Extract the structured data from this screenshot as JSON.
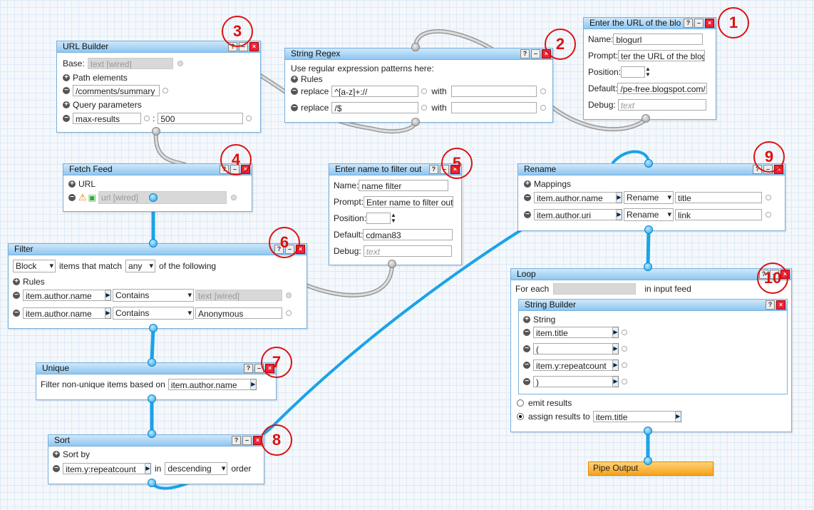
{
  "modules": {
    "url_builder": {
      "title": "URL Builder",
      "base_label": "Base:",
      "base_value": "text [wired]",
      "path_label": "Path elements",
      "path_value": "/comments/summary",
      "query_label": "Query parameters",
      "query_key": "max-results",
      "query_sep": ":",
      "query_val": "500"
    },
    "string_regex": {
      "title": "String Regex",
      "desc": "Use regular expression patterns here:",
      "rules_label": "Rules",
      "r1_verb": "replace",
      "r1_pattern": "^[a-z]+://",
      "r1_with": "with",
      "r2_verb": "replace",
      "r2_pattern": "/$",
      "r2_with": "with"
    },
    "url_input": {
      "title": "Enter the URL of the blo",
      "name_label": "Name:",
      "name_value": "blogurl",
      "prompt_label": "Prompt:",
      "prompt_value": "ter the URL of the blog",
      "position_label": "Position:",
      "default_label": "Default:",
      "default_value": "/pe-free.blogspot.com/",
      "debug_label": "Debug:",
      "debug_placeholder": "text"
    },
    "fetch_feed": {
      "title": "Fetch Feed",
      "url_label": "URL",
      "url_value": "url [wired]"
    },
    "name_input": {
      "title": "Enter name to filter out",
      "name_label": "Name:",
      "name_value": "name filter",
      "prompt_label": "Prompt:",
      "prompt_value": "Enter name to filter out",
      "position_label": "Position:",
      "default_label": "Default:",
      "default_value": "cdman83",
      "debug_label": "Debug:",
      "debug_placeholder": "text"
    },
    "rename": {
      "title": "Rename",
      "mappings_label": "Mappings",
      "m1_field": "item.author.name",
      "m1_op": "Rename",
      "m1_target": "title",
      "m2_field": "item.author.uri",
      "m2_op": "Rename",
      "m2_target": "link"
    },
    "filter": {
      "title": "Filter",
      "mode": "Block",
      "match_text": "items that match",
      "match_mode": "any",
      "following_text": "of the following",
      "rules_label": "Rules",
      "r1_field": "item.author.name",
      "r1_op": "Contains",
      "r1_value": "text [wired]",
      "r2_field": "item.author.name",
      "r2_op": "Contains",
      "r2_value": "Anonymous"
    },
    "unique": {
      "title": "Unique",
      "text": "Filter non-unique items based on",
      "field": "item.author.name"
    },
    "sort": {
      "title": "Sort",
      "sortby_label": "Sort by",
      "field": "item.y:repeatcount",
      "in_text": "in",
      "direction": "descending",
      "order_text": "order"
    },
    "loop": {
      "title": "Loop",
      "foreach": "For each",
      "input_text": "in input feed",
      "emit_label": "emit results",
      "assign_label": "assign results to",
      "assign_field": "item.title"
    },
    "string_builder": {
      "title": "String Builder",
      "string_label": "String",
      "s1": "item.title",
      "s2": " (",
      "s3": "item.y:repeatcount",
      "s4": ")"
    },
    "pipe_output": {
      "title": "Pipe Output"
    }
  },
  "annotations": [
    "1",
    "2",
    "3",
    "4",
    "5",
    "6",
    "7",
    "8",
    "9",
    "10"
  ],
  "colors": {
    "wire": "#1aa3e8",
    "annotation": "#dd1111",
    "output": "#f7a21b"
  }
}
